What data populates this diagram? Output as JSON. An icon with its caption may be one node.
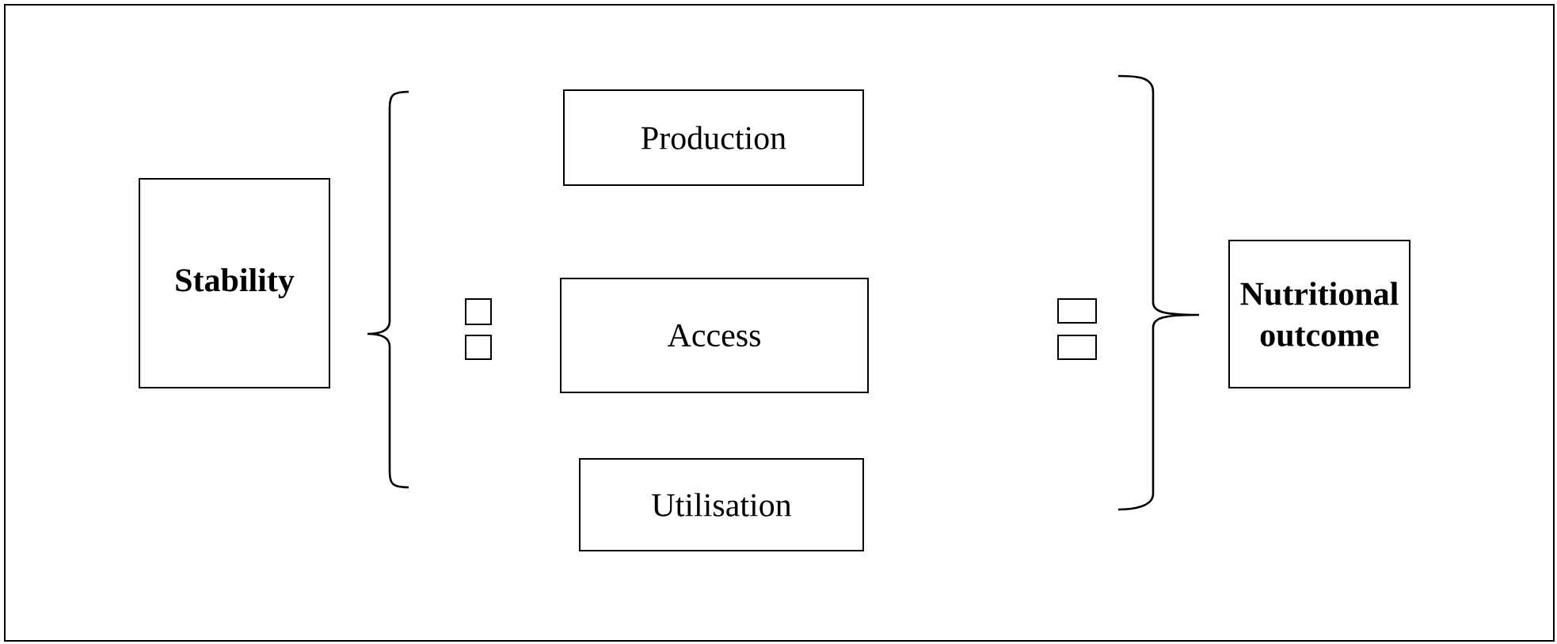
{
  "diagram": {
    "nodes": [
      {
        "text": [
          "**Stability**"
        ]
      },
      {
        "text": [
          "Production"
        ]
      },
      {
        "text": [
          "Access"
        ]
      },
      {
        "text": [
          "Utilisation"
        ]
      },
      {
        "text": [
          "**Nutritional outcome**"
        ]
      }
    ]
  }
}
